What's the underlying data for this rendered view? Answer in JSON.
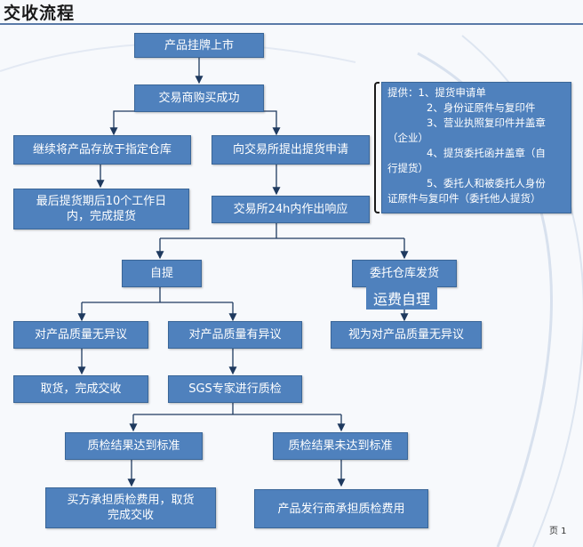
{
  "title": "交收流程",
  "nodes": {
    "listing": "产品挂牌上市",
    "purchase": "交易商购买成功",
    "store": "继续将产品存放于指定仓库",
    "apply": "向交易所提出提货申请",
    "deadline": [
      "最后提货期后10个工作日",
      "内，完成提货"
    ],
    "respond": "交易所24h内作出响应",
    "self_pickup": "自提",
    "warehouse_ship": "委托仓库发货",
    "freight": "运费自理",
    "no_objection": "对产品质量无异议",
    "objection": "对产品质量有异议",
    "deemed_no_objection": "视为对产品质量无异议",
    "collect": "取货，完成交收",
    "sgs": "SGS专家进行质检",
    "pass": "质检结果达到标准",
    "fail": "质检结果未达到标准",
    "buyer_pays": [
      "买方承担质检费用，取货",
      "完成交收"
    ],
    "issuer_pays": "产品发行商承担质检费用"
  },
  "requirements": {
    "lines": [
      "提供：1、提货申请单",
      "2、身份证原件与复印件",
      "3、营业执照复印件并盖章",
      "（企业）",
      "4、提货委托函并盖章（自",
      "行提货）",
      "5、委托人和被委托人身份",
      "证原件与复印件（委托他人提货）"
    ]
  },
  "page_number": "页 1",
  "colors": {
    "box_fill": "#4f81bd",
    "box_border": "#3a6698",
    "connector": "#1f3a5f"
  }
}
